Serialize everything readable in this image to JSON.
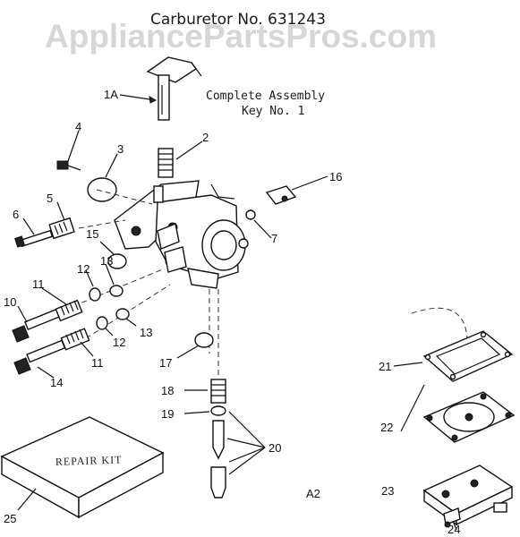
{
  "title": "Carburetor No. 631243",
  "watermark": "AppliancePartsPros.com",
  "assembly_note": {
    "line1": "Complete Assembly",
    "line2": "Key No. 1"
  },
  "diagram_code": "A2",
  "repair_kit_label": "REPAIR KIT",
  "callouts": {
    "c1A": "1A",
    "c2": "2",
    "c3": "3",
    "c4": "4",
    "c5": "5",
    "c6": "6",
    "c7": "7",
    "c10": "10",
    "c11a": "11",
    "c11b": "11",
    "c12a": "12",
    "c12b": "12",
    "c13a": "13",
    "c13b": "13",
    "c14": "14",
    "c15": "15",
    "c16": "16",
    "c17": "17",
    "c18": "18",
    "c19": "19",
    "c20": "20",
    "c21": "21",
    "c22": "22",
    "c23": "23",
    "c24": "24",
    "c25": "25"
  }
}
